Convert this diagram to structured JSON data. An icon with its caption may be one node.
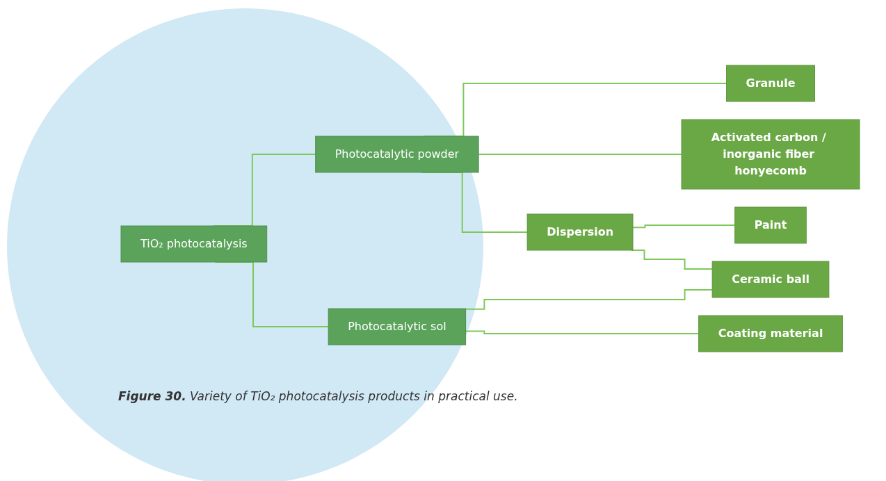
{
  "diagram": {
    "caption": "**Figure 30.** Variety of TiO₂ photocatalysis products in practical use.",
    "nodes": [
      {
        "text": [
          "TiO₂ photocatalysis"
        ]
      },
      {
        "text": [
          "Photocatalytic powder"
        ]
      },
      {
        "text": [
          "Photocatalytic sol"
        ]
      },
      {
        "text": [
          "Granule"
        ]
      },
      {
        "text": [
          "Activated carbon / inorganic fiber honyecomb"
        ]
      },
      {
        "text": [
          "Dispersion"
        ]
      },
      {
        "text": [
          "Paint"
        ]
      },
      {
        "text": [
          "Ceramic ball"
        ]
      },
      {
        "text": [
          "Coating material"
        ]
      }
    ],
    "edges": [
      {
        "from": 0,
        "to": 1,
        "arrow": "none"
      },
      {
        "from": 0,
        "to": 2,
        "arrow": "none"
      },
      {
        "from": 1,
        "to": 3,
        "arrow": "none"
      },
      {
        "from": 1,
        "to": 4,
        "arrow": "none"
      },
      {
        "from": 1,
        "to": 5,
        "arrow": "none"
      },
      {
        "from": 5,
        "to": 6,
        "arrow": "none"
      },
      {
        "from": 5,
        "to": 7,
        "arrow": "none"
      },
      {
        "from": 2,
        "to": 7,
        "arrow": "none"
      },
      {
        "from": 2,
        "to": 8,
        "arrow": "none"
      }
    ]
  }
}
